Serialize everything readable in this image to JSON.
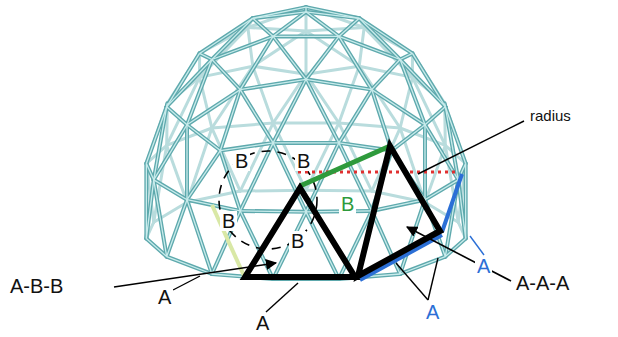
{
  "diagram": {
    "labels": [
      "radius",
      "B",
      "B",
      "B",
      "B",
      "B",
      "A",
      "A-A-A",
      "A-B-B",
      "A",
      "A",
      "A"
    ]
  }
}
